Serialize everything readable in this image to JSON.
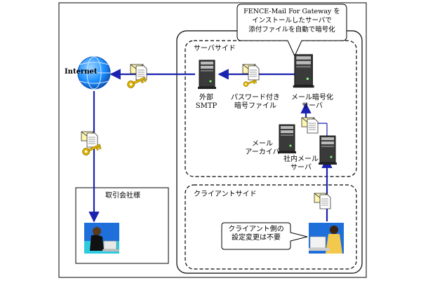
{
  "diagram": {
    "callout_top": [
      "FENCE-Mail For Gateway を",
      "インストールしたサーバで",
      "添付ファイルを自動で暗号化"
    ],
    "section_server": "サーバサイド",
    "section_client": "クライアントサイド",
    "internet_label": "Internet",
    "external_smtp": [
      "外部",
      "SMTP"
    ],
    "password_file": [
      "パスワード付き",
      "暗号ファイル"
    ],
    "mail_encrypt_server": [
      "メール暗号化",
      "サーバ"
    ],
    "mail_archiver": [
      "メール",
      "アーカイバ"
    ],
    "internal_mail_server": [
      "社内メール",
      "サーバ"
    ],
    "partner_box_label": "取引会社様",
    "callout_client": [
      "クライアント側の",
      "設定変更は不要"
    ],
    "colors": {
      "arrow": "#1a22b0",
      "globe": "#1e90ff",
      "key": "#e0b400",
      "envelope": "#fff6b0"
    }
  }
}
